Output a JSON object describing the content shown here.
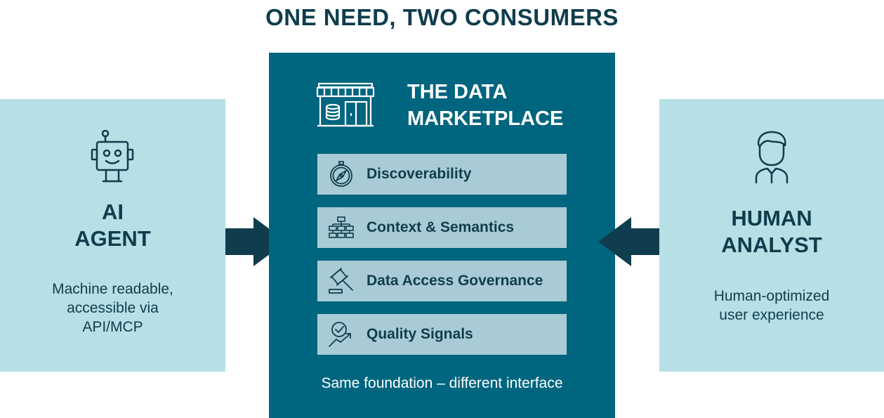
{
  "title": "ONE NEED, TWO CONSUMERS",
  "left_panel": {
    "icon": "robot-icon",
    "heading_line1": "AI",
    "heading_line2": "AGENT",
    "desc_line1": "Machine readable,",
    "desc_line2": "accessible via",
    "desc_line3": "API/MCP"
  },
  "center_panel": {
    "icon": "storefront-database-icon",
    "title_line1": "THE DATA",
    "title_line2": "MARKETPLACE",
    "features": [
      {
        "icon": "compass-icon",
        "label": "Discoverability"
      },
      {
        "icon": "hierarchy-icon",
        "label": "Context & Semantics"
      },
      {
        "icon": "gavel-icon",
        "label": "Data Access Governance"
      },
      {
        "icon": "check-trend-icon",
        "label": "Quality Signals"
      }
    ],
    "tagline": "Same foundation – different interface"
  },
  "right_panel": {
    "icon": "person-icon",
    "heading_line1": "HUMAN",
    "heading_line2": "ANALYST",
    "desc_line1": "Human-optimized",
    "desc_line2": "user experience"
  },
  "colors": {
    "dark_text": "#0f3d4d",
    "center_bg": "#00657f",
    "side_bg": "#b6e0e5",
    "feature_bg": "#a9cbd5",
    "arrow": "#0f3d4d"
  }
}
